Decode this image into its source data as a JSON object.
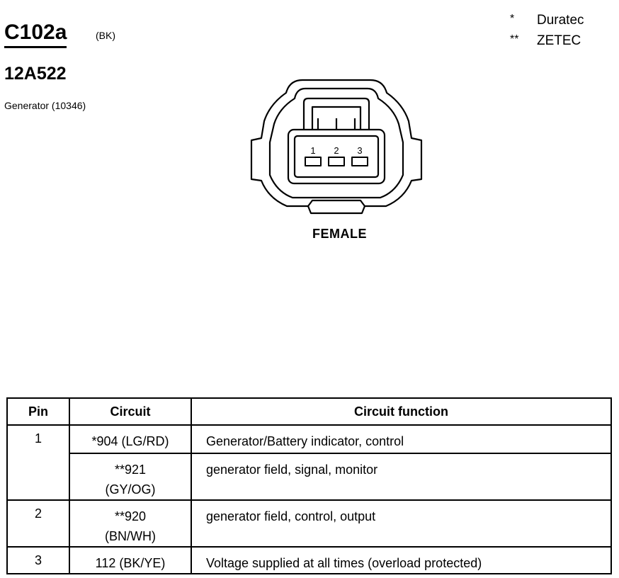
{
  "header": {
    "connector_id": "C102a",
    "connector_color": "(BK)",
    "part_number": "12A522",
    "component": "Generator (10346)"
  },
  "legend": [
    {
      "mark": "*",
      "label": "Duratec"
    },
    {
      "mark": "**",
      "label": "ZETEC"
    }
  ],
  "connector": {
    "pins": [
      "1",
      "2",
      "3"
    ],
    "gender": "FEMALE"
  },
  "table": {
    "headers": {
      "pin": "Pin",
      "circuit": "Circuit",
      "function": "Circuit function"
    },
    "rows": [
      {
        "pin": "1",
        "circuit": "*904 (LG/RD)",
        "function": "Generator/Battery indicator, control"
      },
      {
        "pin": "",
        "circuit": "**921\n(GY/OG)",
        "function": "generator field, signal, monitor"
      },
      {
        "pin": "2",
        "circuit": "**920\n(BN/WH)",
        "function": "generator field, control, output"
      },
      {
        "pin": "3",
        "circuit": "112 (BK/YE)",
        "function": "Voltage supplied at all times (overload protected)"
      }
    ]
  }
}
